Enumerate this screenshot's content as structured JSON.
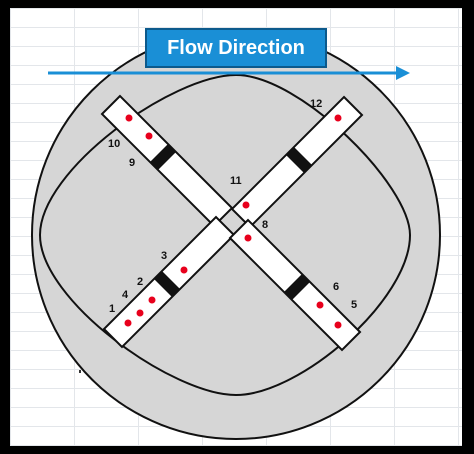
{
  "banner": {
    "title": "Flow Direction"
  },
  "labels": [
    "1",
    "2",
    "3",
    "4",
    "5",
    "6",
    "8",
    "9",
    "10",
    "11",
    "12"
  ],
  "colors": {
    "circle_fill": "#d6d6d6",
    "outline": "#111111",
    "arrow": "#1a8fd6",
    "dot": "#e8001c",
    "banner_bg": "#1a8fd6"
  },
  "icons": {
    "flow_arrow": "arrow-right-icon"
  }
}
